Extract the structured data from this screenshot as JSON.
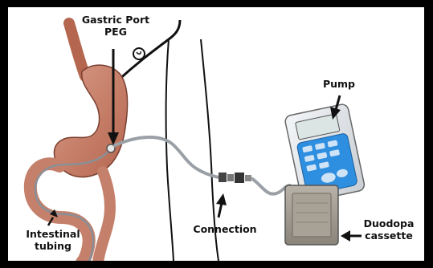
{
  "labels": {
    "gastric_port_line1": "Gastric Port",
    "gastric_port_line2": "PEG",
    "pump": "Pump",
    "intestinal_line1": "Intestinal",
    "intestinal_line2": "tubing",
    "connection": "Connection",
    "cassette_line1": "Duodopa",
    "cassette_line2": "cassette"
  },
  "colors": {
    "frame": "#000000",
    "stomach": "#c97f6a",
    "pump_screen": "#2e8fe0",
    "cassette": "#9a948a"
  },
  "icons": {
    "arrow": "black-arrow-pointer"
  }
}
